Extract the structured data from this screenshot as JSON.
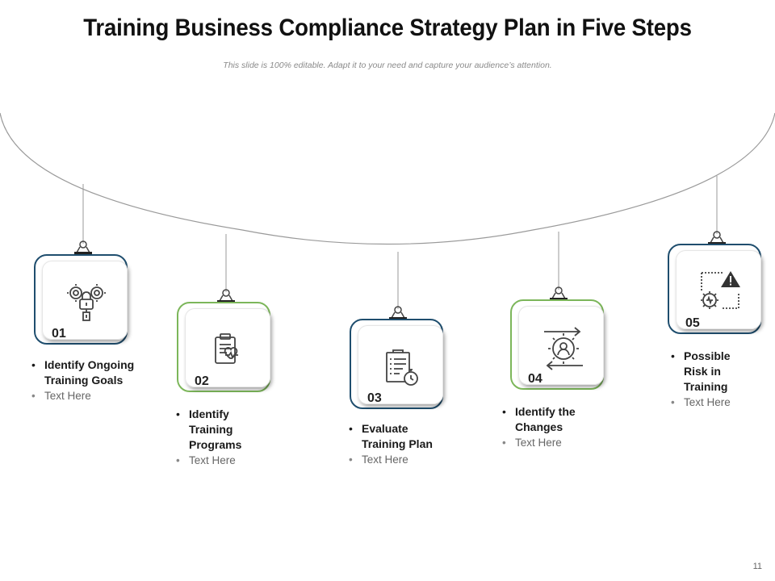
{
  "title": "Training Business Compliance Strategy Plan in Five Steps",
  "subtitle": "This slide is 100% editable. Adapt it to your need and capture your audience’s attention.",
  "page_number": "11",
  "colors": {
    "blue": "#1f4e6e",
    "green": "#7cb65a"
  },
  "steps": [
    {
      "number": "01",
      "title_lines": [
        "Identify Ongoing",
        "Training Goals"
      ],
      "text": "Text Here",
      "icon": "gears-lock-icon"
    },
    {
      "number": "02",
      "title_lines": [
        "Identify",
        "Training",
        "Programs"
      ],
      "text": "Text Here",
      "icon": "clipboard-heartbeat-icon"
    },
    {
      "number": "03",
      "title_lines": [
        "Evaluate",
        "Training Plan"
      ],
      "text": "Text Here",
      "icon": "checklist-stopwatch-icon"
    },
    {
      "number": "04",
      "title_lines": [
        "Identify the",
        "Changes"
      ],
      "text": "Text Here",
      "icon": "gear-person-arrows-icon"
    },
    {
      "number": "05",
      "title_lines": [
        "Possible",
        "Risk in",
        "Training"
      ],
      "text": "Text Here",
      "icon": "gear-warning-icon"
    }
  ]
}
